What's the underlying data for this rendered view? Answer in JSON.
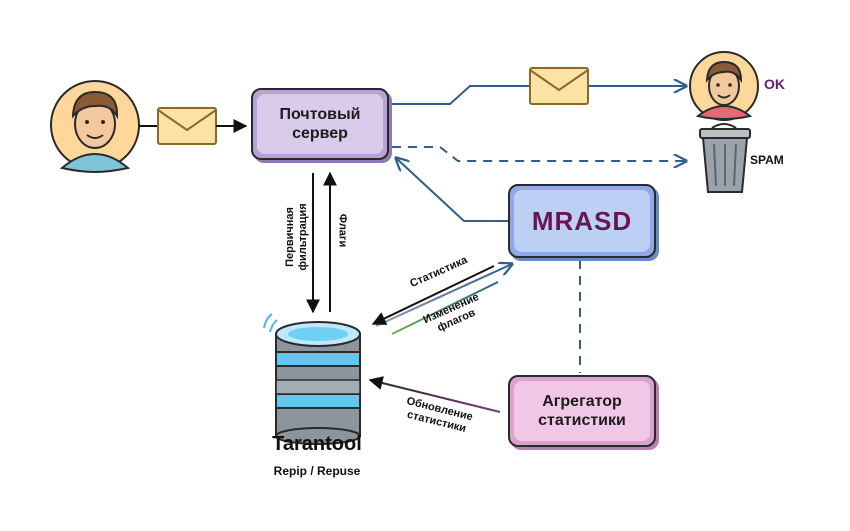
{
  "nodes": {
    "mail_server": "Почтовый сервер",
    "mrasd": "MRASD",
    "aggregator": "Агрегатор статистики",
    "tarantool": "Tarantool",
    "tarantool_sub": "Repip / Repuse"
  },
  "outcomes": {
    "ok": "OK",
    "spam": "SPAM"
  },
  "edge_labels": {
    "primary_filter": "Первичная фильтрация",
    "flags": "Флаги",
    "statistics": "Статистика",
    "flag_change": "Изменение флагов",
    "stats_update": "Обновление статистики"
  },
  "colors": {
    "mail_server": "#d9cceb",
    "mrasd": "#bcd0f6",
    "aggregator": "#f0c8e6",
    "line": "#2f5f8f",
    "database": "#8fd3f4"
  },
  "icons": [
    "sender-avatar",
    "recipient-avatar",
    "envelope-icon",
    "trash-can-icon",
    "database-icon"
  ]
}
